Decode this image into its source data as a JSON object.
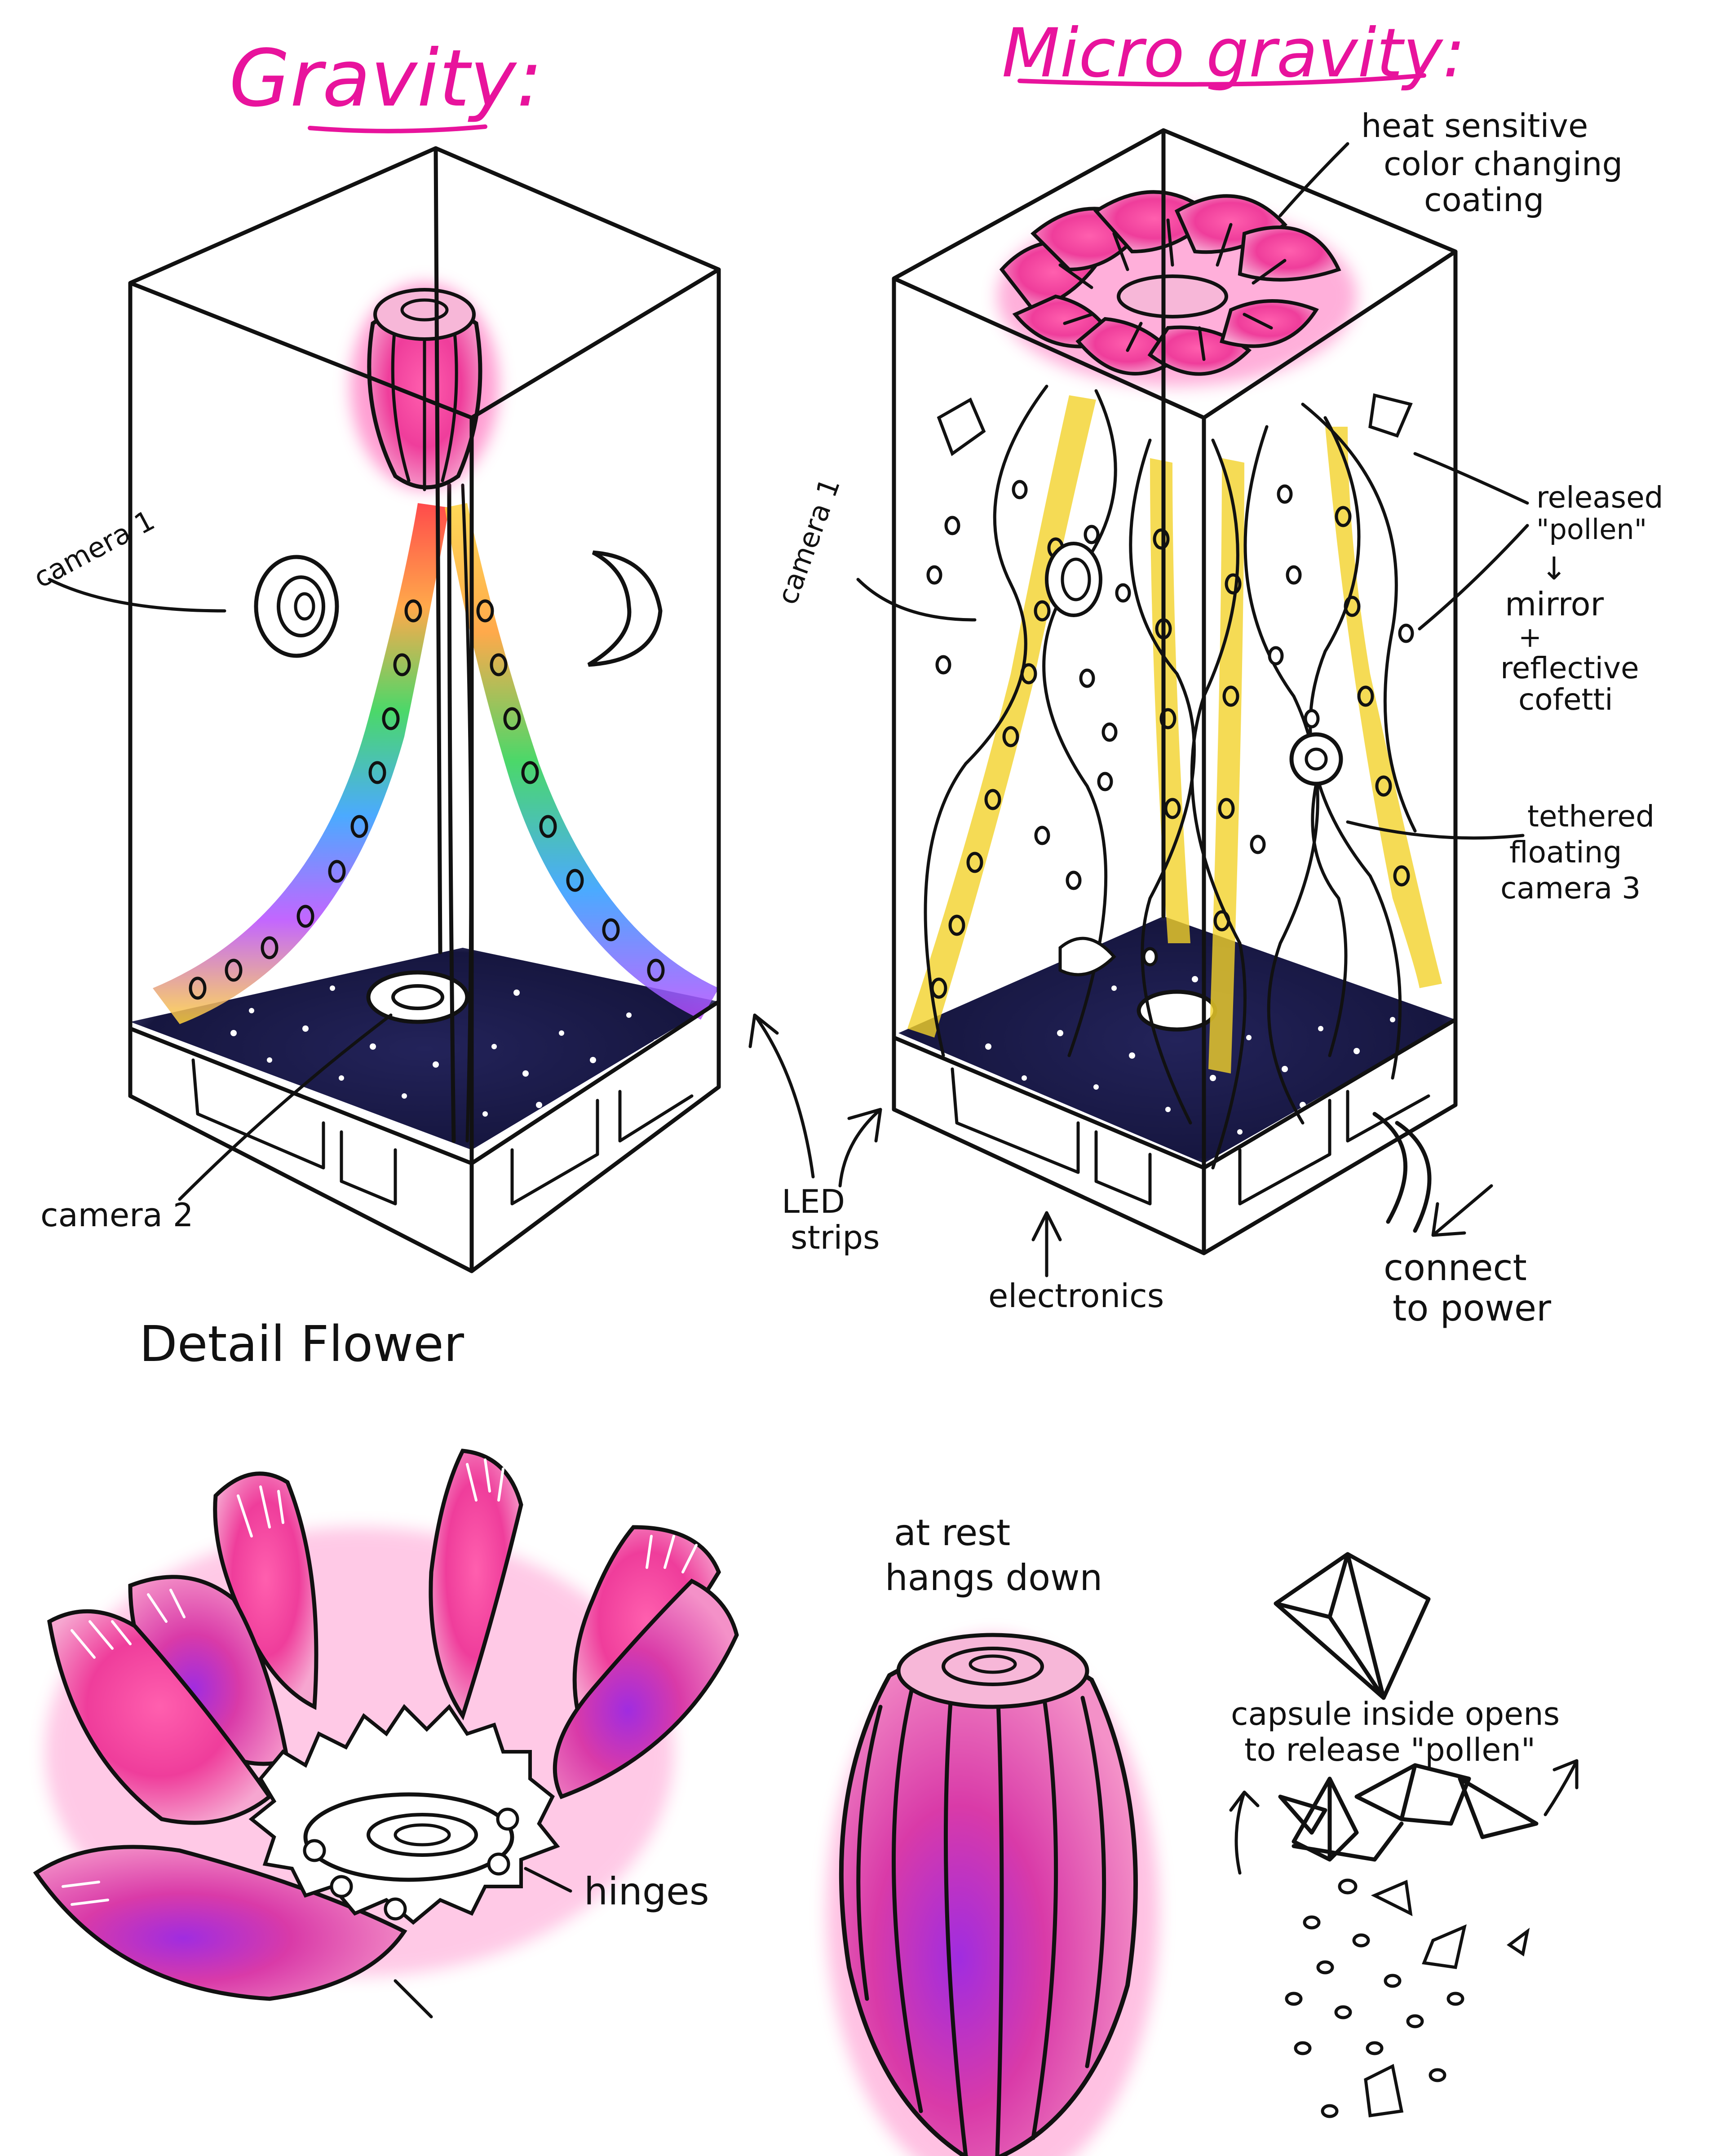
{
  "titles": {
    "gravity": "Gravity:",
    "microgravity": "Micro gravity:"
  },
  "labels": {
    "camera1_left": "camera 1",
    "camera2": "camera 2",
    "detail_flower": "Detail Flower",
    "led_strips_1": "LED",
    "led_strips_2": "strips",
    "electronics": "electronics",
    "connect_power_1": "connect",
    "connect_power_2": "to power",
    "heat_1": "heat sensitive",
    "heat_2": "color changing",
    "heat_3": "coating",
    "camera1_right": "camera 1",
    "pollen_1": "released",
    "pollen_2": "\"pollen\"",
    "pollen_arrow": "↓",
    "pollen_3": "mirror",
    "pollen_4": "+",
    "pollen_5": "reflective",
    "pollen_6": "cofetti",
    "tethered_1": "tethered",
    "tethered_2": "floating",
    "tethered_3": "camera 3",
    "hinges": "hinges",
    "at_rest_1": "at rest",
    "at_rest_2": "hangs down",
    "capsule_1": "capsule inside opens",
    "capsule_2": "to release \"pollen\""
  },
  "colors": {
    "title_pink": "#e8139c",
    "petal_pink": "#ef3d9b",
    "petal_purple": "#a02ce0",
    "floor_navy": "#16163f",
    "led_yellow": "#f3d22b",
    "ink": "#111111"
  }
}
